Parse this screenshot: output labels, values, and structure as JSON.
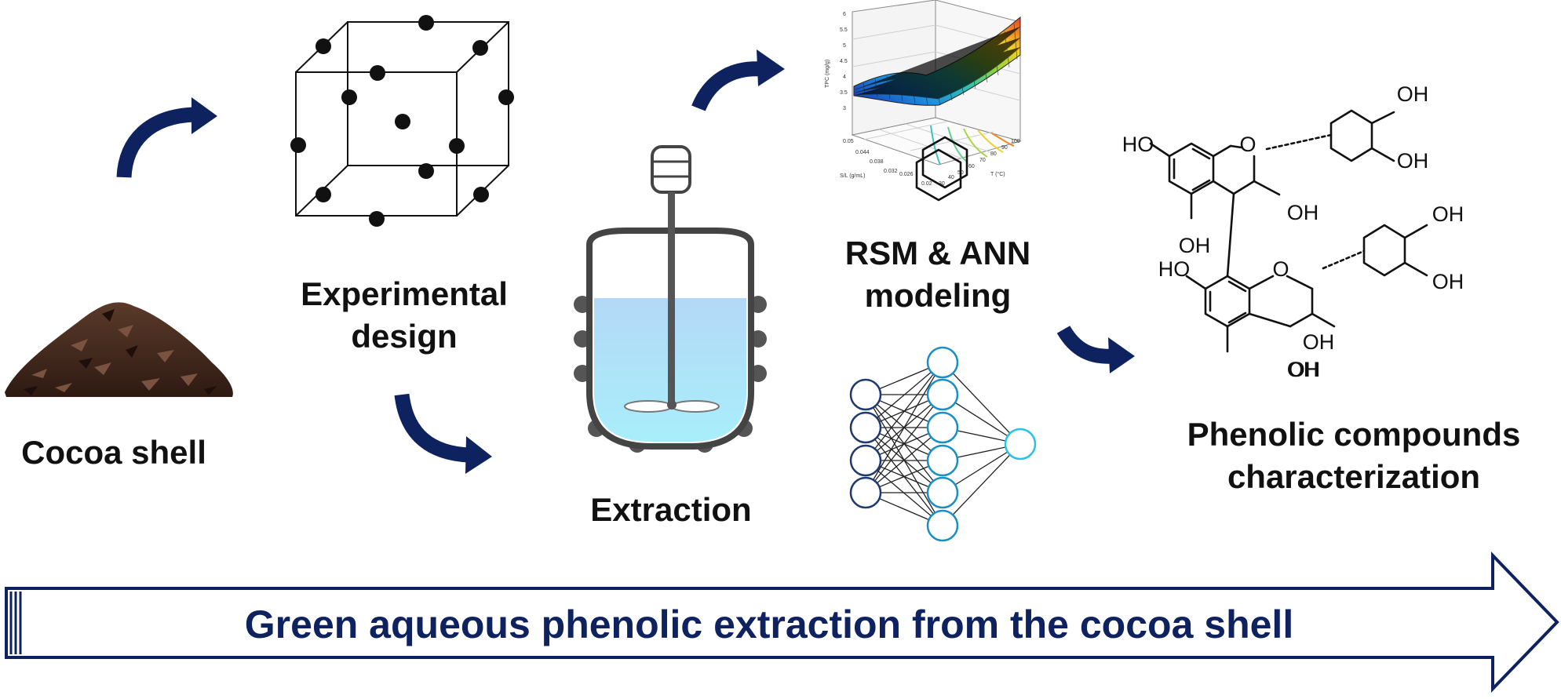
{
  "labels": {
    "cocoa": "Cocoa shell",
    "experimental": [
      "Experimental",
      "design"
    ],
    "extraction": "Extraction",
    "modeling": [
      "RSM & ANN",
      "modeling"
    ],
    "phenolic": [
      "Phenolic compounds",
      "characterization"
    ]
  },
  "banner": "Green aqueous phenolic extraction from the cocoa shell",
  "surface_plot": {
    "zlabel": "TPC (mg/g)",
    "ylabel": "S/L (g/mL)",
    "xlabel": "T (°C)",
    "z_ticks": [
      "6",
      "5.5",
      "5",
      "4.5",
      "4",
      "3.5",
      "3"
    ],
    "y_ticks": [
      "0.05",
      "0.044",
      "0.038",
      "0.032",
      "0.026",
      "0.02"
    ],
    "x_ticks": [
      "30",
      "40",
      "50",
      "60",
      "70",
      "80",
      "90",
      "100"
    ]
  },
  "molecule": {
    "groups": [
      "OH",
      "OH",
      "HO",
      "OH",
      "OH",
      "OH",
      "OH",
      "HO",
      "OH",
      "OH",
      "OH",
      "O",
      "O"
    ]
  },
  "colors": {
    "arrow": "#0f2260",
    "banner_outline": "#0f2260",
    "vessel_liquid_top": "#b4d8f7",
    "vessel_liquid_bottom": "#a8eefa",
    "ann_input": "#1e3a6e",
    "ann_hidden": "#1a8fc6",
    "ann_output": "#25c3e8"
  },
  "icons": [
    "curved-arrow-icon",
    "cocoa-shell-pile-icon",
    "design-cube-icon",
    "reactor-vessel-icon",
    "surface-plot-icon",
    "neural-network-icon",
    "procyanidin-structure-icon"
  ]
}
